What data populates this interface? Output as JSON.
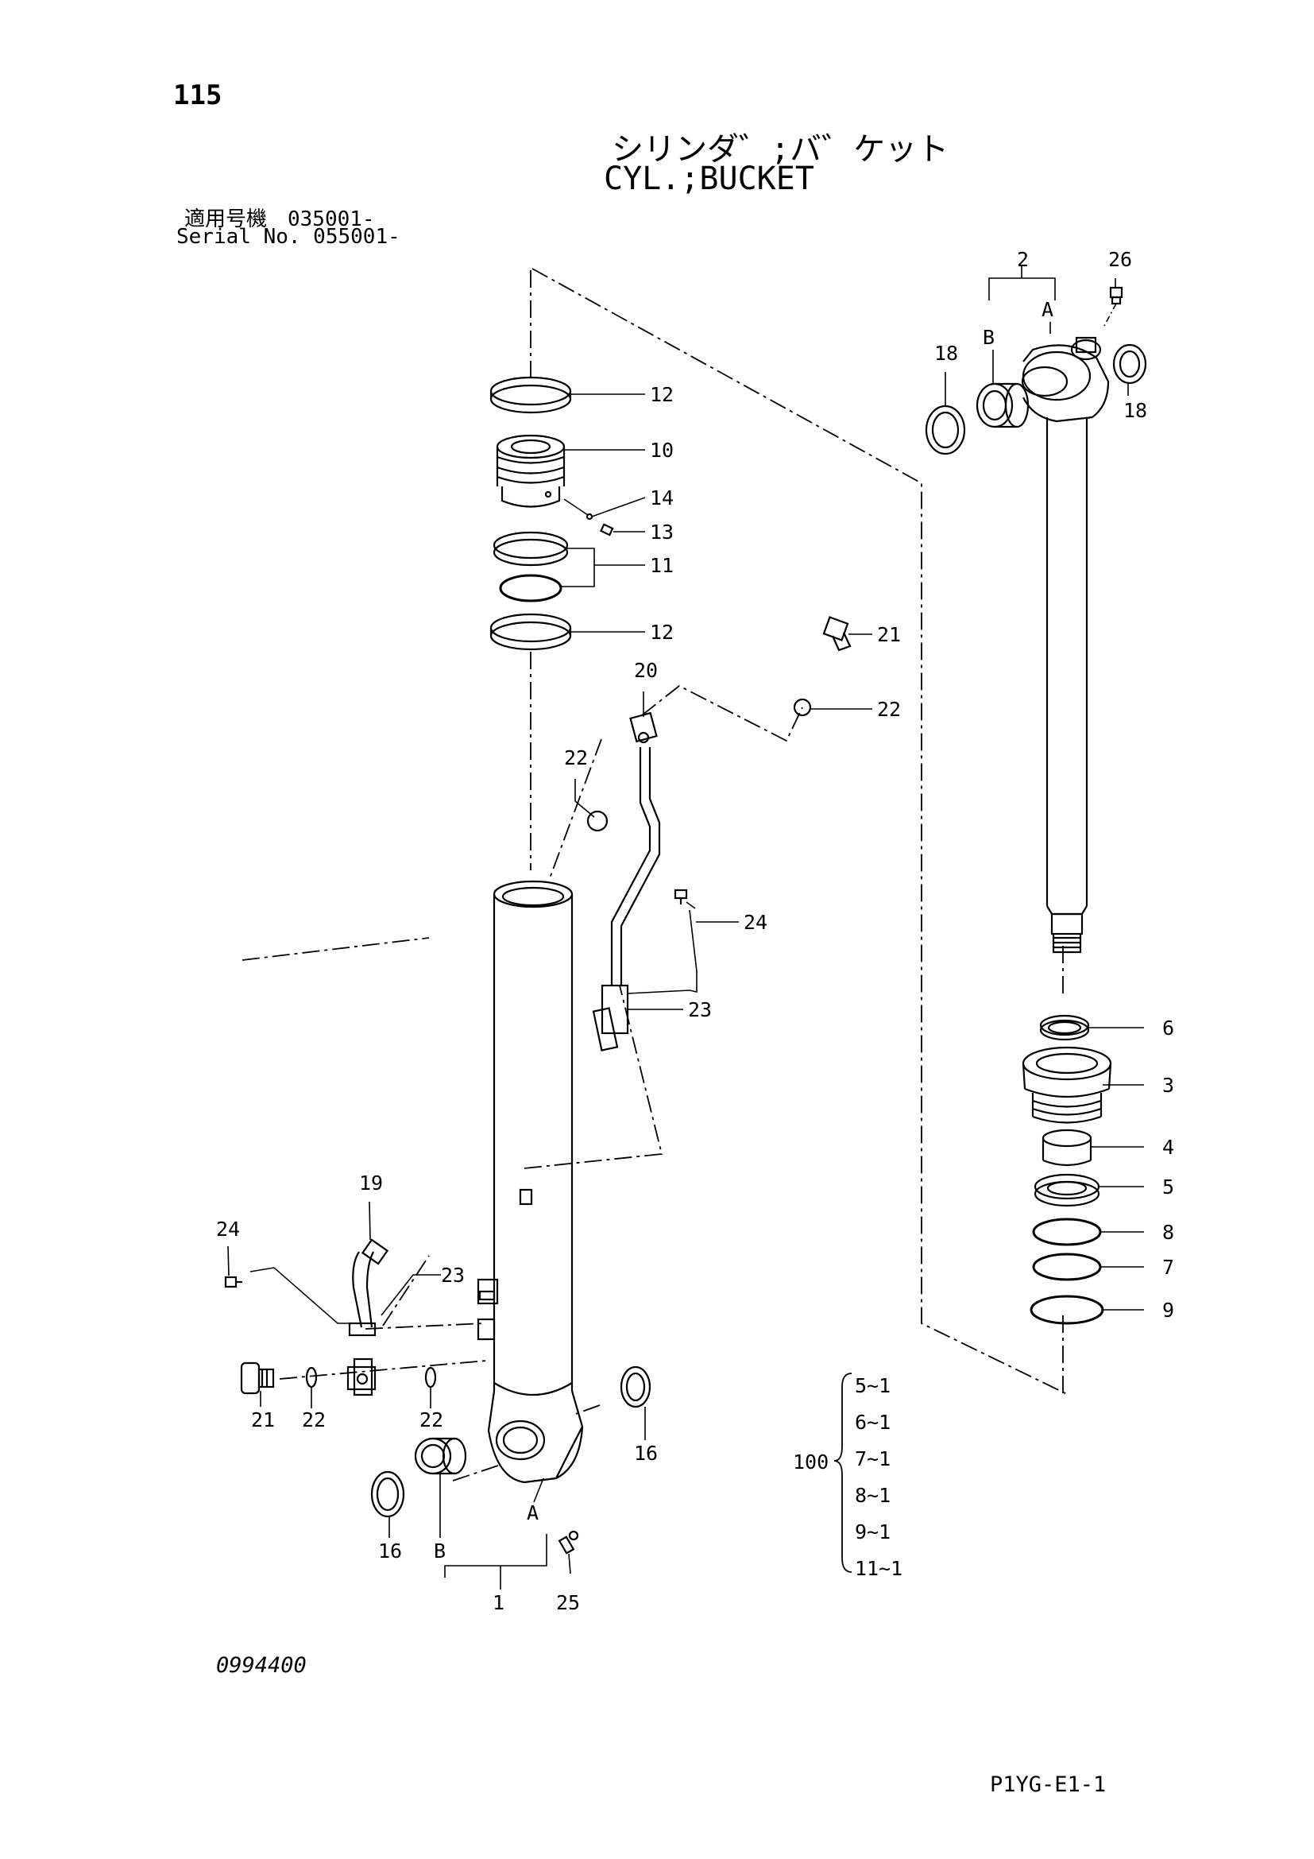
{
  "header": {
    "page_number": "115",
    "title_jp": "シリンダ゛;バ゛ケット",
    "title_en": "CYL.;BUCKET",
    "serial_jp": "適用号機　035001-",
    "serial_en": "Serial No. 055001-"
  },
  "footer": {
    "drawing_no": "0994400",
    "page_code": "P1YG-E1-1"
  },
  "callouts": {
    "c1": "1",
    "c2": "2",
    "c3": "3",
    "c4": "4",
    "c5": "5",
    "c6": "6",
    "c7": "7",
    "c8": "8",
    "c9": "9",
    "c10": "10",
    "c11": "11",
    "c12_top": "12",
    "c12_bottom": "12",
    "c13": "13",
    "c14": "14",
    "c16_left": "16",
    "c16_right": "16",
    "c18_left": "18",
    "c18_right": "18",
    "c19": "19",
    "c20": "20",
    "c21_top": "21",
    "c21_bottom": "21",
    "c22_top_right": "22",
    "c22_top_left": "22",
    "c22_bottom_a": "22",
    "c22_bottom_b": "22",
    "c23_top": "23",
    "c23_left": "23",
    "c24_top": "24",
    "c24_left": "24",
    "c25": "25",
    "c26": "26",
    "label_a_tube": "A",
    "label_b_tube": "B",
    "label_a_rod": "A",
    "label_b_rod": "B"
  },
  "kit": {
    "number": "100",
    "items": [
      "5~1",
      "6~1",
      "7~1",
      "8~1",
      "9~1",
      "11~1"
    ]
  }
}
